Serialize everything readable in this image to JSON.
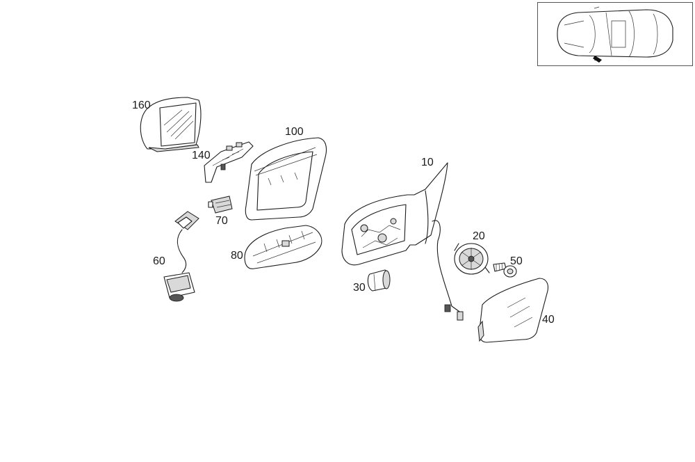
{
  "callouts": {
    "p160": "160",
    "p140": "140",
    "p100": "100",
    "p70": "70",
    "p60": "60",
    "p80": "80",
    "p10": "10",
    "p30": "30",
    "p20": "20",
    "p50": "50",
    "p40": "40"
  },
  "icons": {
    "locator": "vehicle-top-view-icon"
  }
}
